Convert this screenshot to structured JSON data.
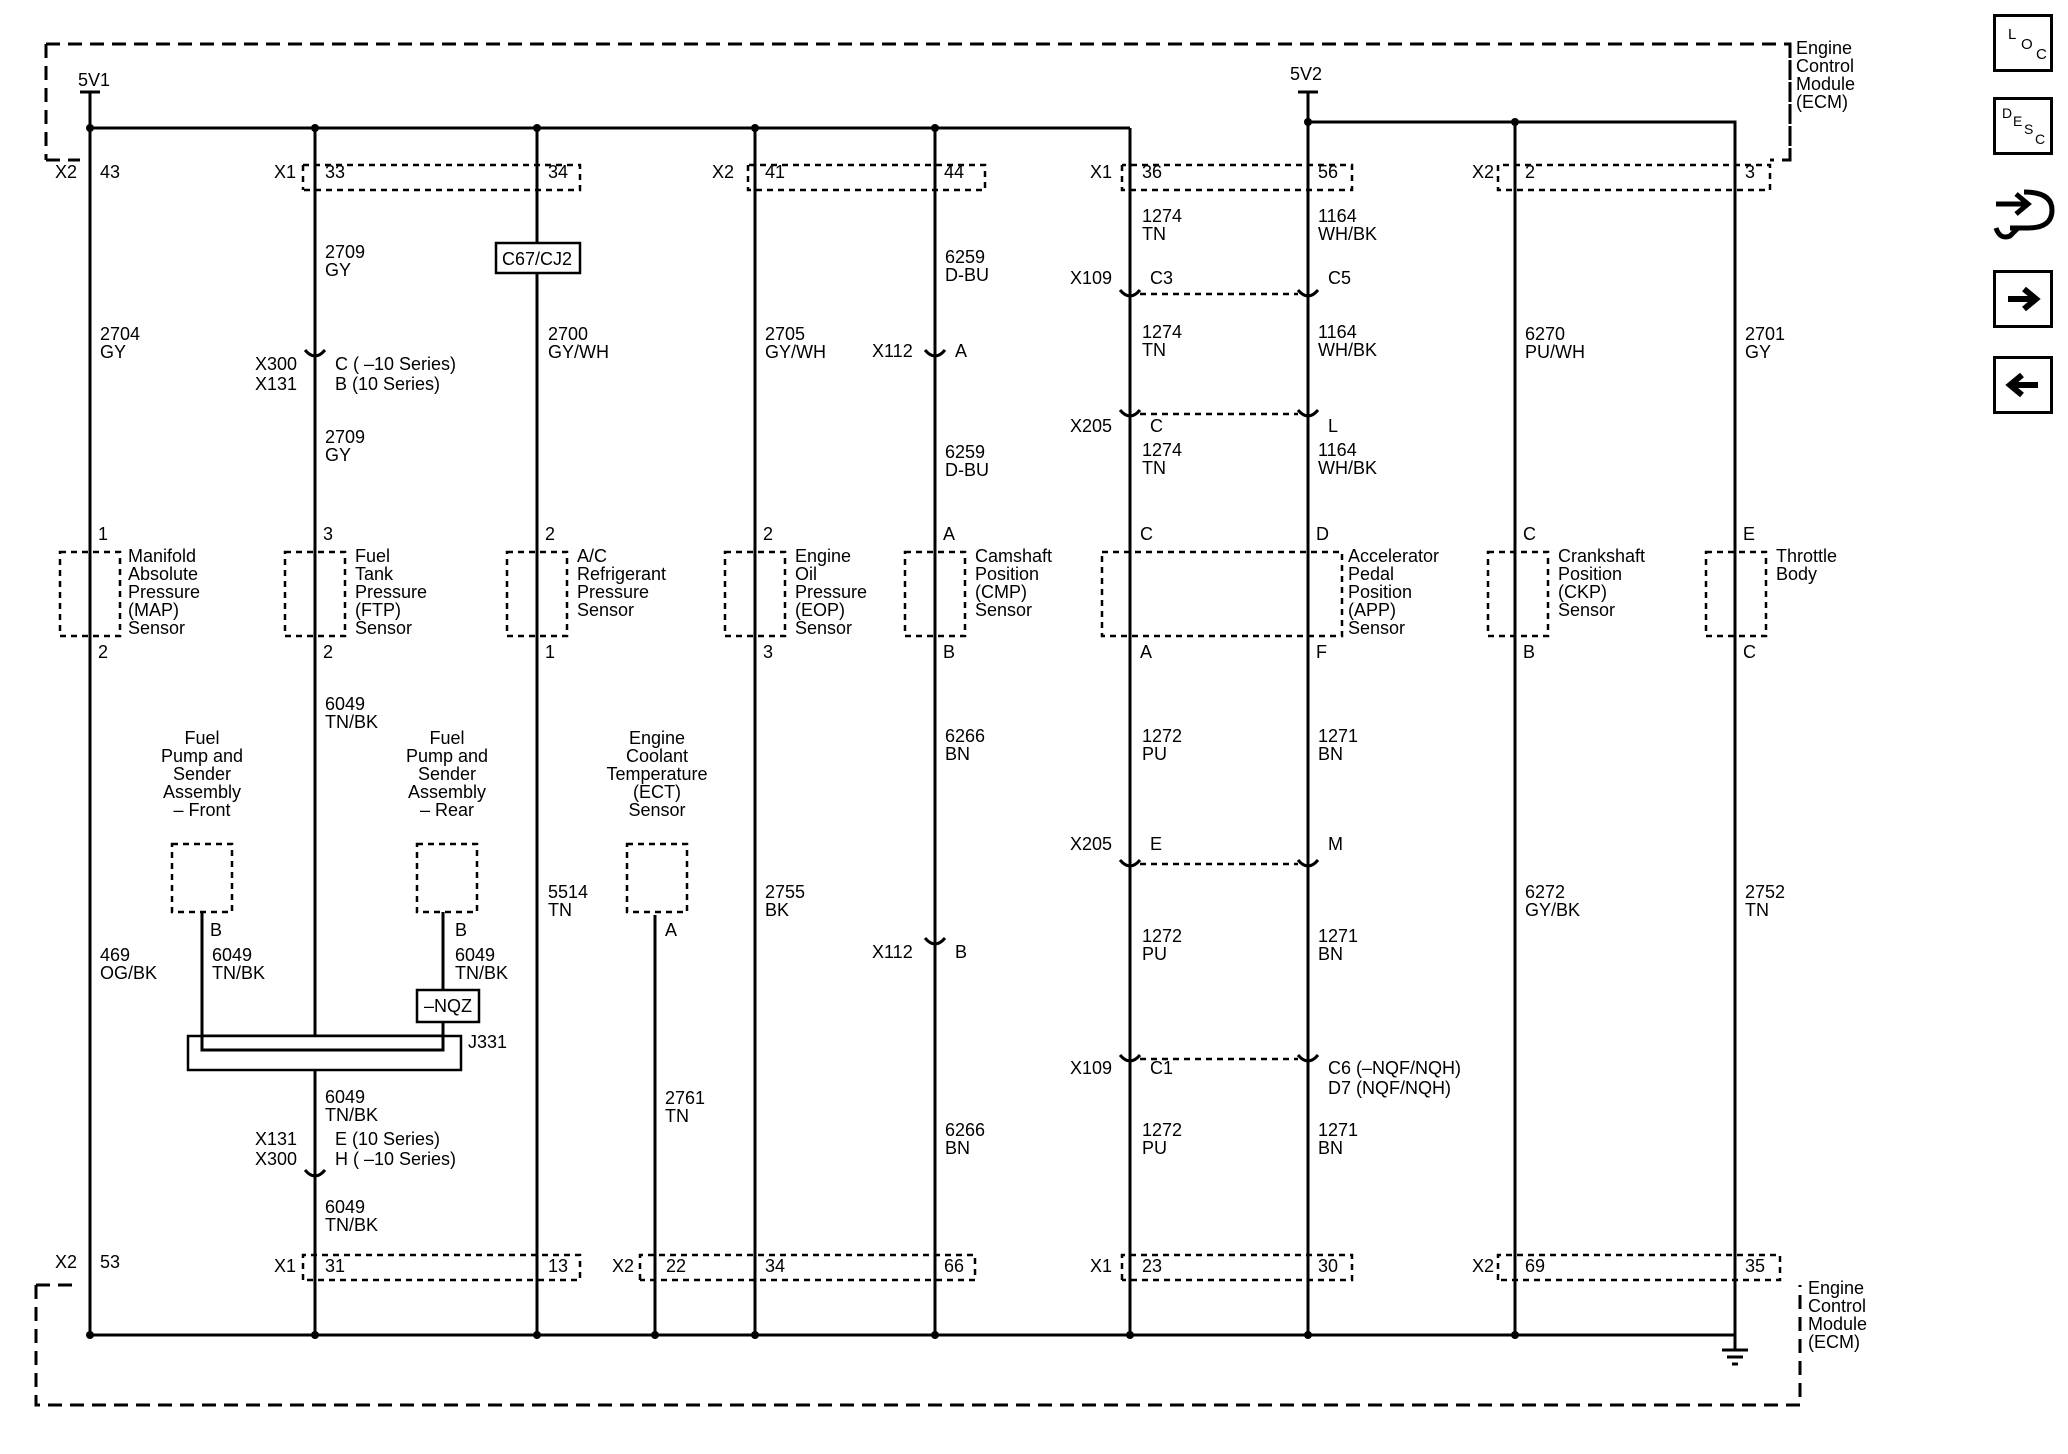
{
  "ecm_label": [
    "Engine",
    "Control",
    "Module",
    "(ECM)"
  ],
  "power": {
    "v1": "5V1",
    "v2": "5V2"
  },
  "connectors": {
    "x1": "X1",
    "x2": "X2",
    "x109": "X109",
    "x205": "X205",
    "x112": "X112",
    "x300": "X300",
    "x131": "X131",
    "j331": "J331"
  },
  "top_pins": [
    "43",
    "33",
    "34",
    "41",
    "44",
    "36",
    "56",
    "2",
    "3"
  ],
  "bottom_pins": [
    "53",
    "31",
    "13",
    "22",
    "34",
    "66",
    "23",
    "30",
    "69",
    "35"
  ],
  "wires": {
    "w2704": [
      "2704",
      "GY"
    ],
    "w2709a": [
      "2709",
      "GY"
    ],
    "w2709b": [
      "2709",
      "GY"
    ],
    "w2700": [
      "2700",
      "GY/WH"
    ],
    "w2705": [
      "2705",
      "GY/WH"
    ],
    "w6259a": [
      "6259",
      "D-BU"
    ],
    "w6259b": [
      "6259",
      "D-BU"
    ],
    "w1274a": [
      "1274",
      "TN"
    ],
    "w1274b": [
      "1274",
      "TN"
    ],
    "w1274c": [
      "1274",
      "TN"
    ],
    "w1164a": [
      "1164",
      "WH/BK"
    ],
    "w1164b": [
      "1164",
      "WH/BK"
    ],
    "w1164c": [
      "1164",
      "WH/BK"
    ],
    "w6270": [
      "6270",
      "PU/WH"
    ],
    "w2701": [
      "2701",
      "GY"
    ],
    "w469": [
      "469",
      "OG/BK"
    ],
    "w6049a": [
      "6049",
      "TN/BK"
    ],
    "w6049b": [
      "6049",
      "TN/BK"
    ],
    "w6049c": [
      "6049",
      "TN/BK"
    ],
    "w6049d": [
      "6049",
      "TN/BK"
    ],
    "w6049e": [
      "6049",
      "TN/BK"
    ],
    "w5514": [
      "5514",
      "TN"
    ],
    "w2755": [
      "2755",
      "BK"
    ],
    "w2761": [
      "2761",
      "TN"
    ],
    "w6266a": [
      "6266",
      "BN"
    ],
    "w6266b": [
      "6266",
      "BN"
    ],
    "w1272a": [
      "1272",
      "PU"
    ],
    "w1272b": [
      "1272",
      "PU"
    ],
    "w1272c": [
      "1272",
      "PU"
    ],
    "w1271a": [
      "1271",
      "BN"
    ],
    "w1271b": [
      "1271",
      "BN"
    ],
    "w1271c": [
      "1271",
      "BN"
    ],
    "w6272": [
      "6272",
      "GY/BK"
    ],
    "w2752": [
      "2752",
      "TN"
    ]
  },
  "sensors": {
    "map": [
      "Manifold",
      "Absolute",
      "Pressure",
      "(MAP)",
      "Sensor"
    ],
    "ftp": [
      "Fuel",
      "Tank",
      "Pressure",
      "(FTP)",
      "Sensor"
    ],
    "ac": [
      "A/C",
      "Refrigerant",
      "Pressure",
      "Sensor"
    ],
    "eop": [
      "Engine",
      "Oil",
      "Pressure",
      "(EOP)",
      "Sensor"
    ],
    "cmp": [
      "Camshaft",
      "Position",
      "(CMP)",
      "Sensor"
    ],
    "app": [
      "Accelerator",
      "Pedal",
      "Position",
      "(APP)",
      "Sensor"
    ],
    "ckp": [
      "Crankshaft",
      "Position",
      "(CKP)",
      "Sensor"
    ],
    "throttle": [
      "Throttle",
      "Body"
    ],
    "fuel_front": [
      "Fuel",
      "Pump and",
      "Sender",
      "Assembly",
      "– Front"
    ],
    "fuel_rear": [
      "Fuel",
      "Pump and",
      "Sender",
      "Assembly",
      "– Rear"
    ],
    "ect": [
      "Engine",
      "Coolant",
      "Temperature",
      "(ECT)",
      "Sensor"
    ]
  },
  "option_box": {
    "c67": "C67/CJ2",
    "nqz": "–NQZ"
  },
  "notes": {
    "x300_c": "C ( –10 Series)",
    "x131_b": "B (10 Series)",
    "x131_e": "E (10 Series)",
    "x300_h": "H ( –10 Series)",
    "c6": "C6 (–NQF/NQH)",
    "d7": "D7 (NQF/NQH)"
  },
  "side_buttons": [
    "loc-button",
    "desc-button",
    "connector-button",
    "next-button",
    "prev-button"
  ]
}
